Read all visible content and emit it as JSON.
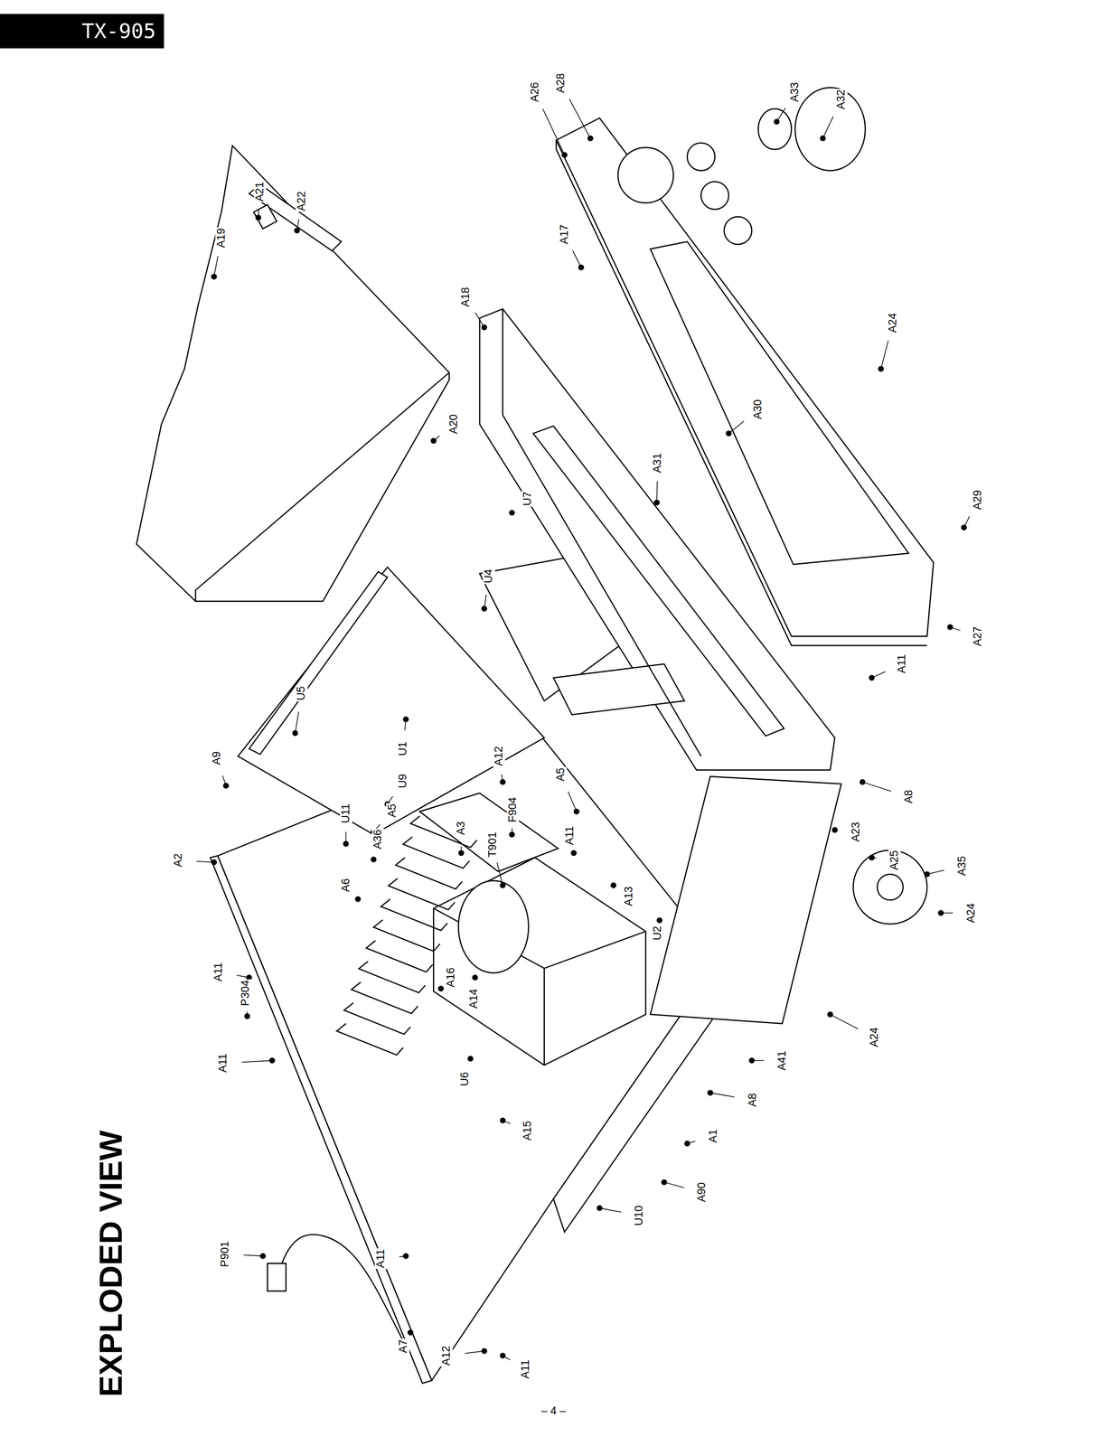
{
  "diagram": {
    "title": "EXPLODED VIEW",
    "nodes": [
      {
        "text": [
          "TX-905"
        ]
      }
    ],
    "labels": [
      "A19",
      "A21",
      "A22",
      "A18",
      "A17",
      "A26",
      "A28",
      "A33",
      "A32",
      "A24",
      "A20",
      "A30",
      "A31",
      "U7",
      "U4",
      "A29",
      "A27",
      "A11",
      "U5",
      "U1",
      "A12",
      "A9",
      "U9",
      "F904",
      "A5",
      "A5",
      "A2",
      "U11",
      "A36",
      "A3",
      "T901",
      "A11",
      "A6",
      "A8",
      "A23",
      "A25",
      "A35",
      "A13",
      "U2",
      "A24",
      "A11",
      "P304",
      "A16",
      "A14",
      "A11",
      "U6",
      "A24",
      "A41",
      "A8",
      "A15",
      "A1",
      "A90",
      "U10",
      "P901",
      "A11",
      "A7",
      "A12",
      "A11",
      "– 4 –"
    ]
  }
}
